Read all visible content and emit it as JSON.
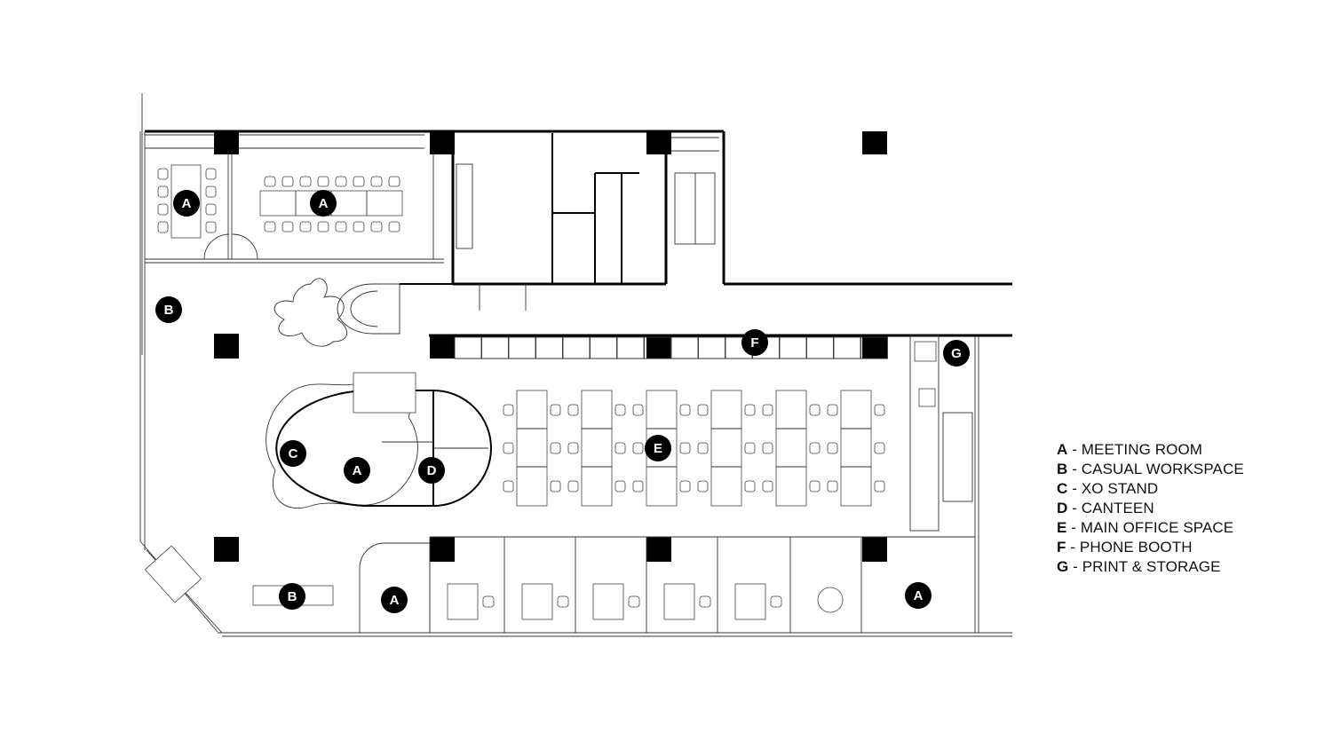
{
  "legend": [
    {
      "letter": "A",
      "text": " - MEETING ROOM"
    },
    {
      "letter": "B",
      "text": " - CASUAL WORKSPACE"
    },
    {
      "letter": "C",
      "text": " - XO STAND"
    },
    {
      "letter": "D",
      "text": " - CANTEEN"
    },
    {
      "letter": "E",
      "text": " - MAIN OFFICE SPACE"
    },
    {
      "letter": "F",
      "text": " - PHONE BOOTH"
    },
    {
      "letter": "G",
      "text": " - PRINT & STORAGE"
    }
  ],
  "markers": [
    "A",
    "A",
    "B",
    "C",
    "A",
    "D",
    "E",
    "F",
    "G",
    "B",
    "A",
    "A"
  ]
}
